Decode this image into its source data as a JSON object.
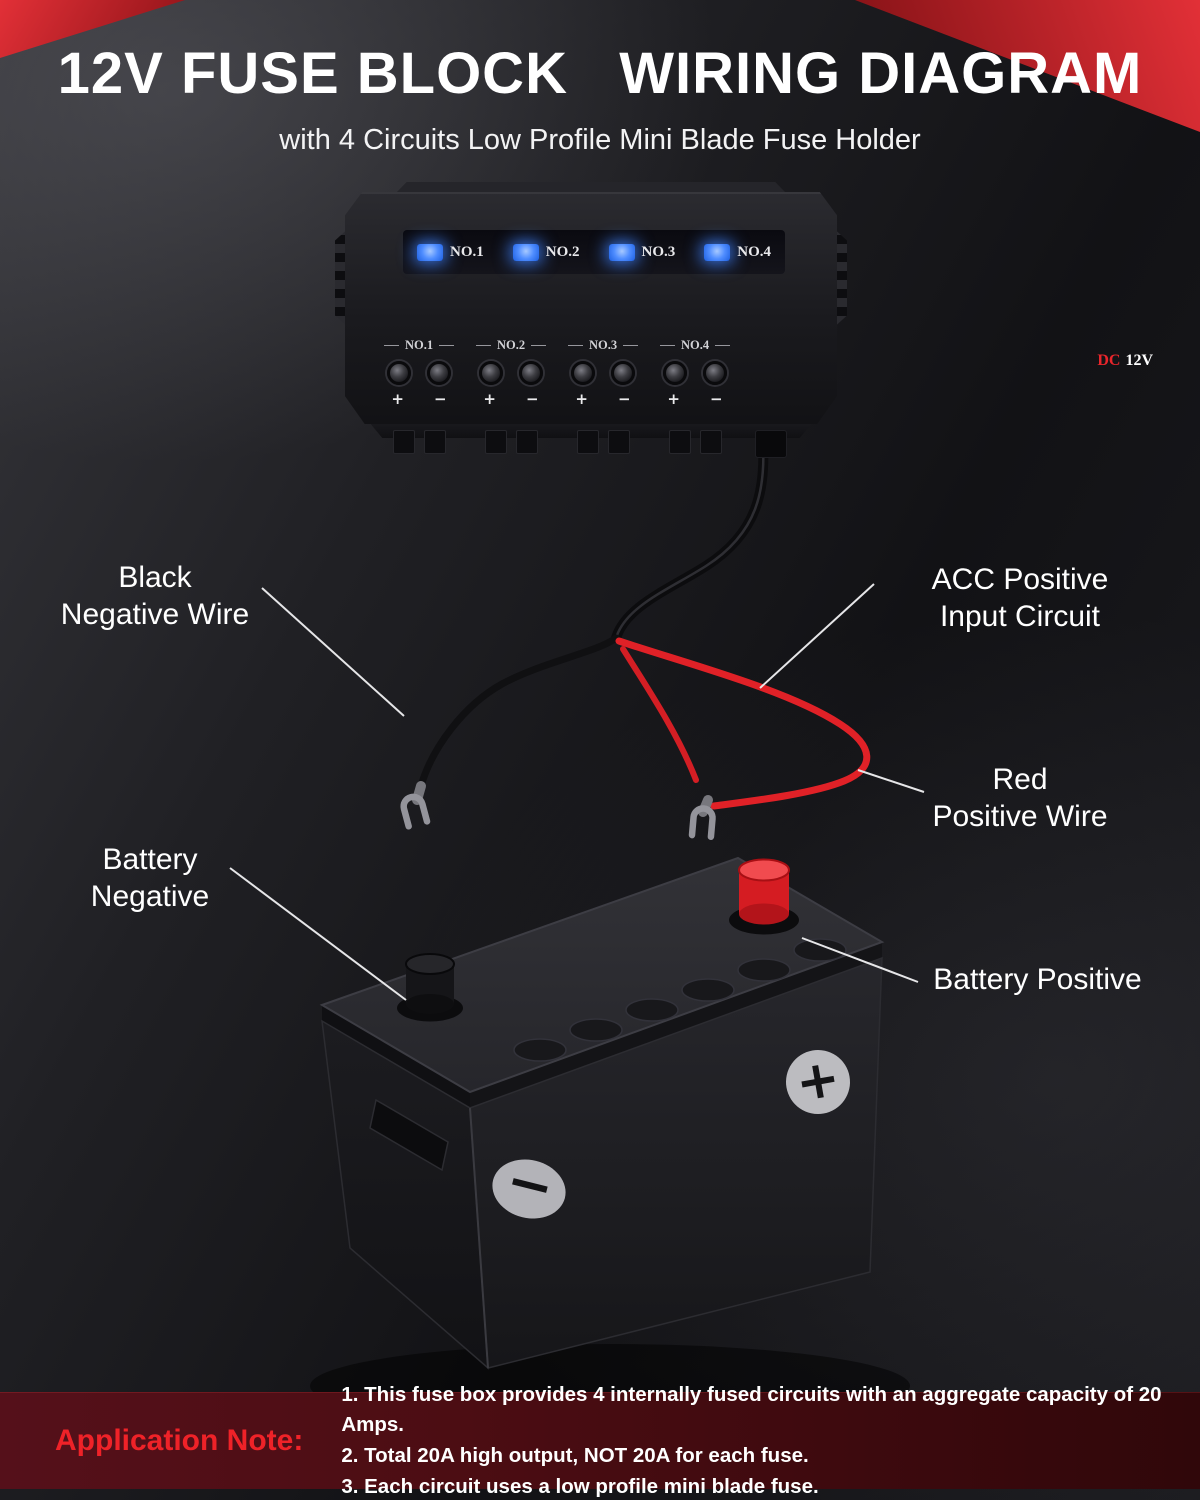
{
  "header": {
    "title": "12V FUSE BLOCK   WIRING DIAGRAM",
    "subtitle": "with 4 Circuits Low Profile Mini Blade Fuse Holder"
  },
  "fuse_block": {
    "led_labels": [
      "NO.1",
      "NO.2",
      "NO.3",
      "NO.4"
    ],
    "terminal_labels": [
      "NO.1",
      "NO.2",
      "NO.3",
      "NO.4"
    ],
    "plus": "+",
    "minus": "−",
    "dc": "DC",
    "voltage": "12V"
  },
  "callouts": {
    "black_wire": {
      "line1": "Black",
      "line2": "Negative Wire"
    },
    "acc_input": {
      "line1": "ACC Positive",
      "line2": "Input Circuit"
    },
    "red_wire": {
      "line1": "Red",
      "line2": "Positive Wire"
    },
    "battery_negative": {
      "line1": "Battery",
      "line2": "Negative"
    },
    "battery_positive": {
      "line1": "Battery Positive"
    }
  },
  "battery": {
    "positive_symbol": "+",
    "negative_symbol": "−"
  },
  "application_note": {
    "heading": "Application Note:",
    "items": [
      "1. This fuse box provides 4 internally fused circuits with an aggregate capacity of 20 Amps.",
      "2. Total 20A high output, NOT 20A for each fuse.",
      "3. Each circuit uses a low profile mini blade fuse."
    ]
  },
  "colors": {
    "accent_red": "#d81f26",
    "led_blue": "#3b82f6",
    "wire_red": "#e02127",
    "wire_black": "#101012",
    "note_background": "#4c0d13",
    "note_heading_red": "#ef2228"
  }
}
